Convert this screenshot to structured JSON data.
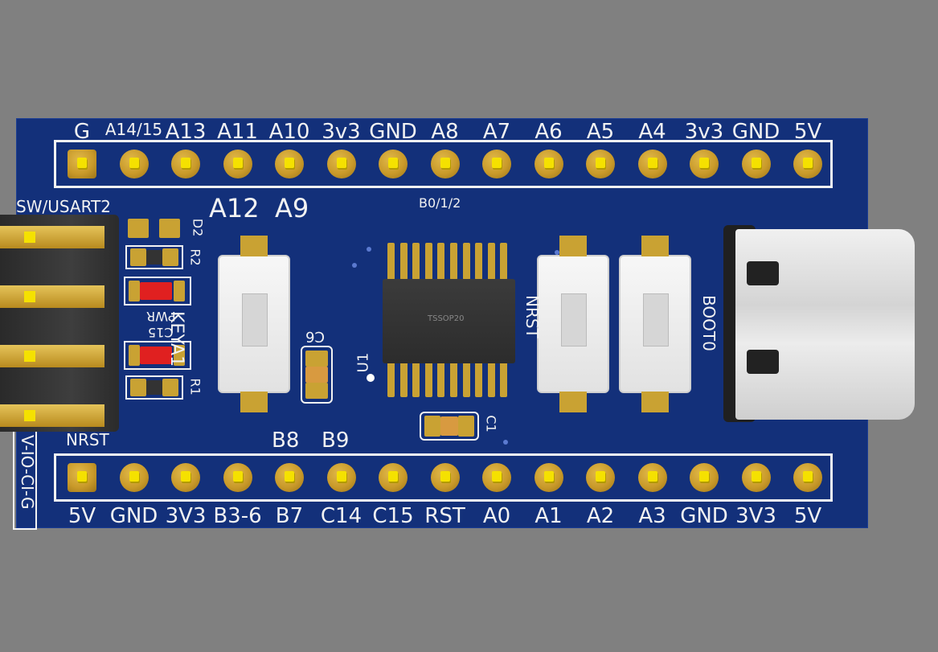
{
  "top_labels": [
    "G",
    "A14/15",
    "A13",
    "A11",
    "A10",
    "3v3",
    "GND",
    "A8",
    "A7",
    "A6",
    "A5",
    "A4",
    "3v3",
    "GND",
    "5V"
  ],
  "bottom_labels": [
    "5V",
    "GND",
    "3V3",
    "B3-6",
    "B7",
    "C14",
    "C15",
    "RST",
    "A0",
    "A1",
    "A2",
    "A3",
    "GND",
    "3V3",
    "5V"
  ],
  "silkscreen": {
    "a12": "A12",
    "a9": "A9",
    "b012": "B0/1/2",
    "sw_usart": "SW/USART2",
    "nrst_left": "NRST",
    "b8": "B8",
    "b9": "B9",
    "side_vertical": "V-IO-CI-G",
    "d2": "D2",
    "r2": "R2",
    "pwr": "PWR",
    "c15": "C15",
    "r1": "R1",
    "key_a1": "KEYA1",
    "c6": "C6",
    "u1": "U1",
    "chip_marking": "TSSOP20",
    "nrst_button": "NRST",
    "boot0": "BOOT0",
    "c1": "C1"
  },
  "colors": {
    "board": "#13307a",
    "background": "#808080",
    "gold": "#c99a2a",
    "pin_tip": "#f5e100",
    "silk": "#f2f2f2",
    "led": "#e02020"
  }
}
